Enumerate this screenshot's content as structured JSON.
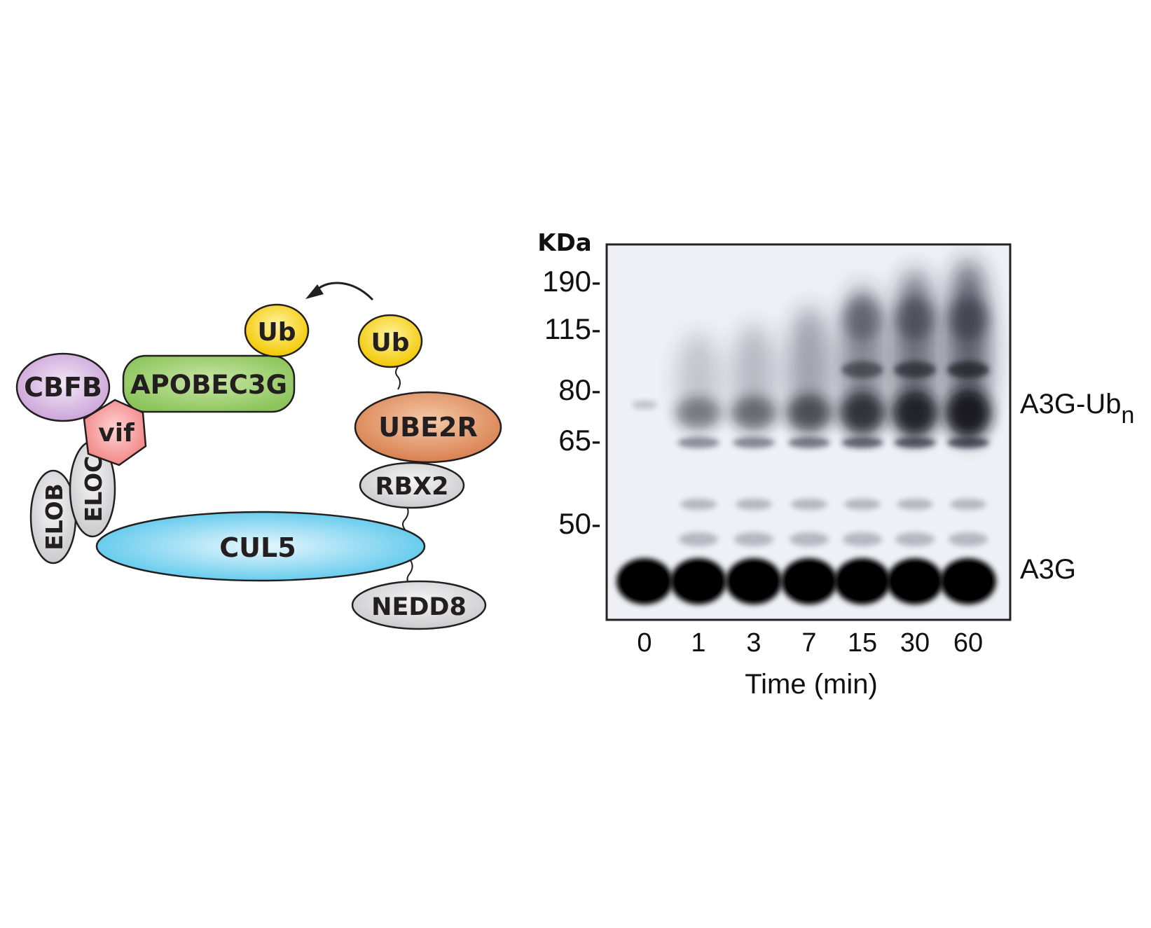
{
  "diagram": {
    "proteins": {
      "cbfb": "CBFB",
      "apobec3g": "APOBEC3G",
      "vif": "vif",
      "ub_substrate": "Ub",
      "ub_e2": "Ub",
      "ube2r": "UBE2R",
      "rbx2": "RBX2",
      "elob": "ELOB",
      "eloc": "ELOC",
      "cul5": "CUL5",
      "nedd8": "NEDD8"
    },
    "colors": {
      "cbfb": "#c9a0d6",
      "apobec3g": "#8bc45a",
      "vif": "#f08080",
      "ub": "#f2c800",
      "ube2r": "#d98050",
      "gray_subunit": "#c8c8ca",
      "cul5": "#5cc8ec",
      "outline": "#231f20"
    }
  },
  "gel": {
    "unit_header": "KDa",
    "markers": [
      "190-",
      "115-",
      "80-",
      "65-",
      "50-"
    ],
    "lanes": [
      "0",
      "1",
      "3",
      "7",
      "15",
      "30",
      "60"
    ],
    "x_axis_label": "Time (min)",
    "band_labels": {
      "ubiquitinated": "A3G-Ub",
      "ubiquitinated_subscript": "n",
      "unmodified": "A3G"
    },
    "ubiquitination_intensity": [
      0.05,
      0.3,
      0.38,
      0.55,
      0.75,
      0.9,
      1.0
    ]
  }
}
